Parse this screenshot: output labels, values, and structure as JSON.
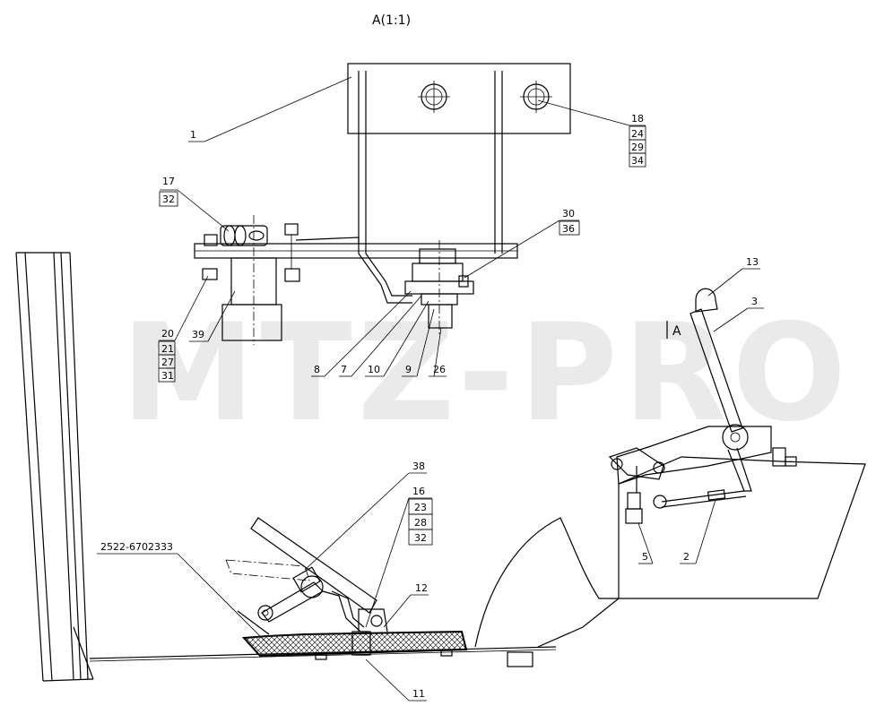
{
  "title": "A(1:1)",
  "watermark": "MTZ-PRO",
  "view_marker": "A",
  "callouts": {
    "c1": "1",
    "c2": "2",
    "c3": "3",
    "c5": "5",
    "c7": "7",
    "c8": "8",
    "c9": "9",
    "c10": "10",
    "c11": "11",
    "c12": "12",
    "c13": "13",
    "c16": "16",
    "c17": "17",
    "c18": "18",
    "c20": "20",
    "c21": "21",
    "c23": "23",
    "c24": "24",
    "c26": "26",
    "c27": "27",
    "c28": "28",
    "c29": "29",
    "c30": "30",
    "c31": "31",
    "c32a": "32",
    "c32b": "32",
    "c34": "34",
    "c36": "36",
    "c38": "38",
    "c39": "39",
    "part_no": "2522-6702333"
  }
}
